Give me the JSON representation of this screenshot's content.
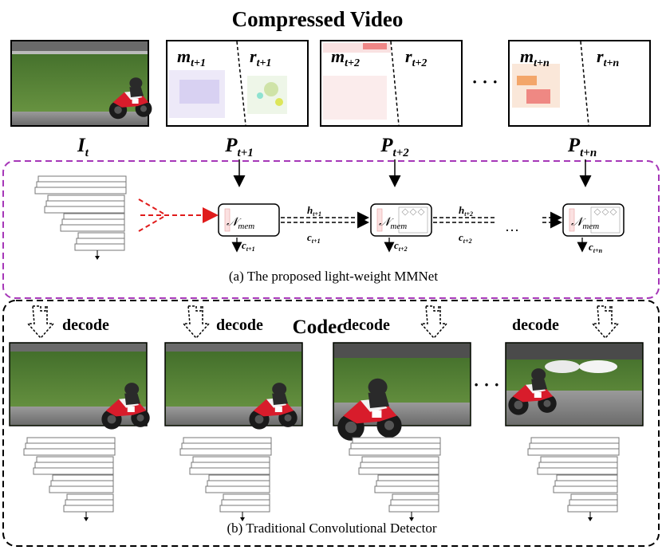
{
  "title": "Compressed Video",
  "iframe": {
    "label": "I",
    "sub": "t"
  },
  "pframes": [
    {
      "label": "P",
      "sub": "t+1",
      "m": "m",
      "msub": "t+1",
      "r": "r",
      "rsub": "t+1",
      "h": "h",
      "hsub": "t+1",
      "c": "c",
      "csub": "t+1"
    },
    {
      "label": "P",
      "sub": "t+2",
      "m": "m",
      "msub": "t+2",
      "r": "r",
      "rsub": "t+2",
      "h": "h",
      "hsub": "t+2",
      "c": "c",
      "csub": "t+2"
    },
    {
      "label": "P",
      "sub": "t+n",
      "m": "m",
      "msub": "t+n",
      "r": "r",
      "rsub": "t+n",
      "c": "c",
      "csub": "t+n"
    }
  ],
  "ellipsis": "…",
  "ellipsis_dots": "· · ·",
  "memory_module": {
    "symbol": "𝒩",
    "sub": "mem"
  },
  "panel_a_caption": "(a) The proposed light-weight MMNet",
  "panel_b_caption": "(b) Traditional Convolutional Detector",
  "codec_label": "Codec",
  "decode_label": "decode",
  "colors": {
    "purple_border": "#a637b8",
    "red_arrow": "#e01b1b",
    "grass": "#5d8a3a",
    "road": "#8c8c8c"
  }
}
